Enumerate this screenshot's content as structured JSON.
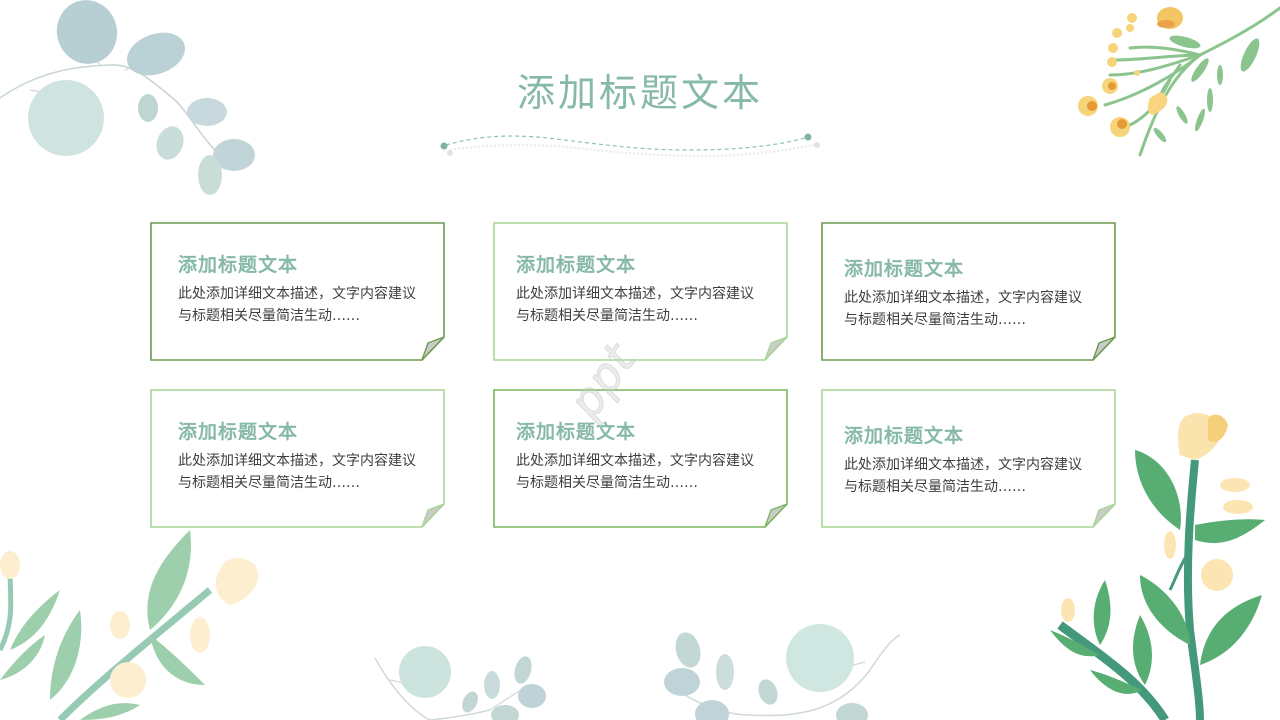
{
  "slide": {
    "title": "添加标题文本",
    "watermark": "ppt"
  },
  "colors": {
    "title": "#86b9a6",
    "body_text": "#3e3e3e",
    "border_dark": "#6a9a4e",
    "border_medium": "#7ab55c",
    "border_light": "#a8d593",
    "fold": "#c8c8c8"
  },
  "cards": [
    {
      "title": "添加标题文本",
      "body": "此处添加详细文本描述，文字内容建议与标题相关尽量简洁生动……",
      "border": "dark"
    },
    {
      "title": "添加标题文本",
      "body": "此处添加详细文本描述，文字内容建议与标题相关尽量简洁生动……",
      "border": "light"
    },
    {
      "title": "添加标题文本",
      "body": "此处添加详细文本描述，文字内容建议与标题相关尽量简洁生动……",
      "border": "dark"
    },
    {
      "title": "添加标题文本",
      "body": "此处添加详细文本描述，文字内容建议与标题相关尽量简洁生动……",
      "border": "light"
    },
    {
      "title": "添加标题文本",
      "body": "此处添加详细文本描述，文字内容建议与标题相关尽量简洁生动……",
      "border": "medium"
    },
    {
      "title": "添加标题文本",
      "body": "此处添加详细文本描述，文字内容建议与标题相关尽量简洁生动……",
      "border": "light"
    }
  ],
  "decorations": [
    {
      "name": "eucalyptus-branch-top-left"
    },
    {
      "name": "yellow-flower-branch-top-right"
    },
    {
      "name": "green-flower-stem-bottom-right"
    },
    {
      "name": "green-flower-stem-bottom-left"
    },
    {
      "name": "eucalyptus-branch-bottom-center-left"
    },
    {
      "name": "eucalyptus-branch-bottom-center-right"
    }
  ]
}
